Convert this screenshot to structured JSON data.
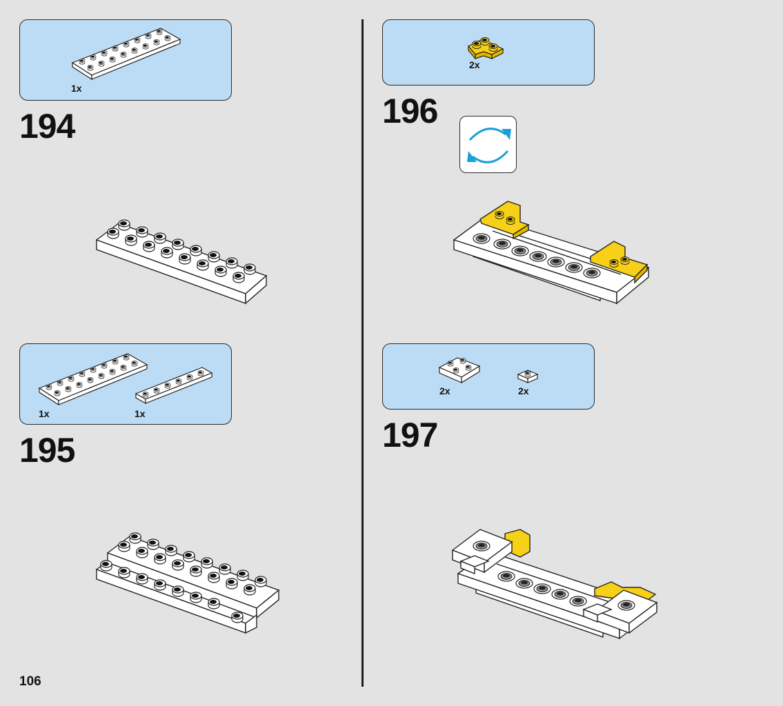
{
  "page": {
    "number": "106"
  },
  "steps": [
    {
      "number": "194",
      "parts": [
        {
          "qty": "1x",
          "part": "white-plate-2x8"
        }
      ]
    },
    {
      "number": "195",
      "parts": [
        {
          "qty": "1x",
          "part": "white-plate-2x8"
        },
        {
          "qty": "1x",
          "part": "white-plate-1x6"
        }
      ]
    },
    {
      "number": "196",
      "parts": [
        {
          "qty": "2x",
          "part": "yellow-corner-plate-2x2"
        }
      ],
      "callout": "rotate-model-icon"
    },
    {
      "number": "197",
      "parts": [
        {
          "qty": "2x",
          "part": "white-plate-2x2"
        },
        {
          "qty": "2x",
          "part": "white-plate-1x1"
        }
      ]
    }
  ],
  "colors": {
    "background": "#e3e3e3",
    "parts_box": "#bcdcf5",
    "brick_white": "#ffffff",
    "brick_yellow": "#f7d117",
    "rotate_arrow": "#1a9fd8"
  }
}
